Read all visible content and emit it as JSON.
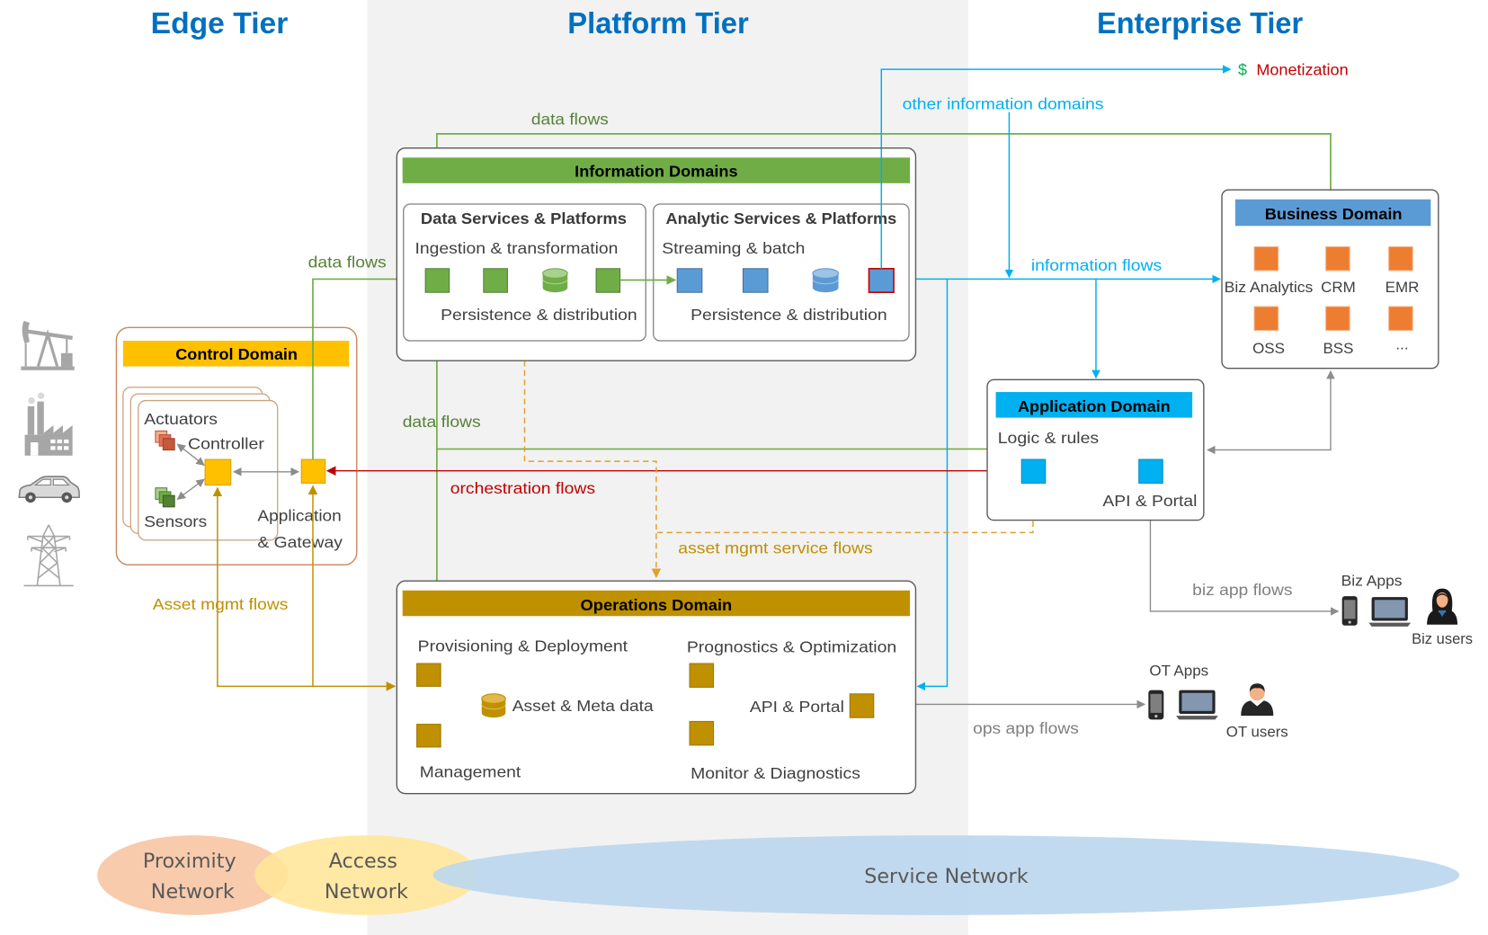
{
  "tiers": {
    "edge": "Edge Tier",
    "platform": "Platform Tier",
    "enterprise": "Enterprise Tier"
  },
  "information_domains": {
    "title": "Information Domains",
    "data_services": {
      "title": "Data Services & Platforms",
      "upper": "Ingestion & transformation",
      "lower": "Persistence & distribution"
    },
    "analytic_services": {
      "title": "Analytic Services & Platforms",
      "upper": "Streaming & batch",
      "lower": "Persistence & distribution"
    }
  },
  "business_domain": {
    "title": "Business Domain",
    "items": [
      "Biz Analytics",
      "CRM",
      "EMR",
      "OSS",
      "BSS",
      "..."
    ]
  },
  "application_domain": {
    "title": "Application Domain",
    "logic": "Logic & rules",
    "api_portal": "API & Portal"
  },
  "control_domain": {
    "title": "Control Domain",
    "actuators": "Actuators",
    "controller": "Controller",
    "sensors": "Sensors",
    "gateway": [
      "Application",
      "& Gateway"
    ]
  },
  "operations_domain": {
    "title": "Operations Domain",
    "provisioning": "Provisioning & Deployment",
    "prognostics": "Prognostics & Optimization",
    "asset_meta": "Asset & Meta data",
    "api_portal": "API & Portal",
    "management": "Management",
    "monitor": "Monitor & Diagnostics"
  },
  "flows": {
    "data_flows_top": "data flows",
    "data_flows_edge": "data flows",
    "data_flows_ops": "data flows",
    "other_information_domains": "other information domains",
    "information_flows": "information flows",
    "orchestration_flows": "orchestration flows",
    "asset_mgmt_service_flows": "asset mgmt service flows",
    "asset_mgmt_flows": "Asset mgmt flows",
    "biz_app_flows": "biz app flows",
    "ops_app_flows": "ops app flows"
  },
  "monetization": {
    "symbol": "$",
    "label": "Monetization"
  },
  "consumers": {
    "ot_apps": "OT Apps",
    "ot_users": "OT users",
    "biz_apps": "Biz Apps",
    "biz_users": "Biz users"
  },
  "networks": {
    "proximity": [
      "Proximity",
      "Network"
    ],
    "access": [
      "Access",
      "Network"
    ],
    "service": "Service Network"
  },
  "icons": {
    "edge_devices": [
      "oil-pump-icon",
      "factory-icon",
      "car-icon",
      "power-tower-icon"
    ],
    "apps": [
      "phone-icon",
      "laptop-icon"
    ],
    "users": [
      "ot-user-icon",
      "biz-user-icon"
    ],
    "storage": "database-cylinder-icon"
  },
  "colors": {
    "tier_title": "#0070c0",
    "platform_band": "#f2f2f2",
    "information_domains": "#70ad47",
    "analytic_nodes": "#5b9bd5",
    "business_domain": "#5b9bd5",
    "business_nodes": "#ed7d31",
    "application_domain": "#00b0f0",
    "control_domain": "#ffc000",
    "operations_domain": "#bf9000",
    "data_flows": "#70ad47",
    "information_flows": "#00b0f0",
    "orchestration_flows": "#c00000",
    "asset_mgmt_flows": "#bf9000",
    "app_flows": "#7f7f7f",
    "monetization_symbol": "#00b050",
    "monetization_label": "#c00000",
    "proximity_network": "#f8cbad",
    "access_network": "#ffe699",
    "service_network": "#bdd7ee"
  }
}
